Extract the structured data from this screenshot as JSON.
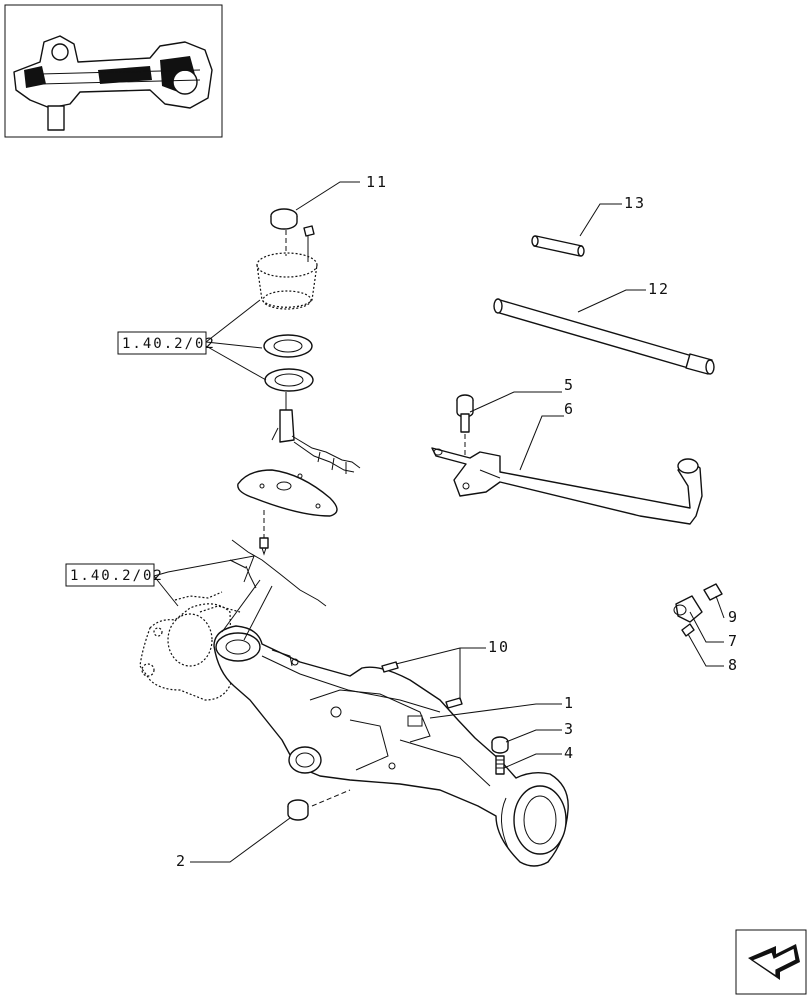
{
  "callouts": {
    "c1": "1",
    "c2": "2",
    "c3": "3",
    "c4": "4",
    "c5": "5",
    "c6": "6",
    "c7": "7",
    "c8": "8",
    "c9": "9",
    "c10": "10",
    "c11": "11",
    "c12": "12",
    "c13": "13"
  },
  "references": {
    "upper": "1.40.2/02",
    "lower": "1.40.2/02"
  },
  "icons": {
    "thumbnail": "axle-assembly-thumbnail",
    "nav": "next-page-arrow-icon"
  }
}
